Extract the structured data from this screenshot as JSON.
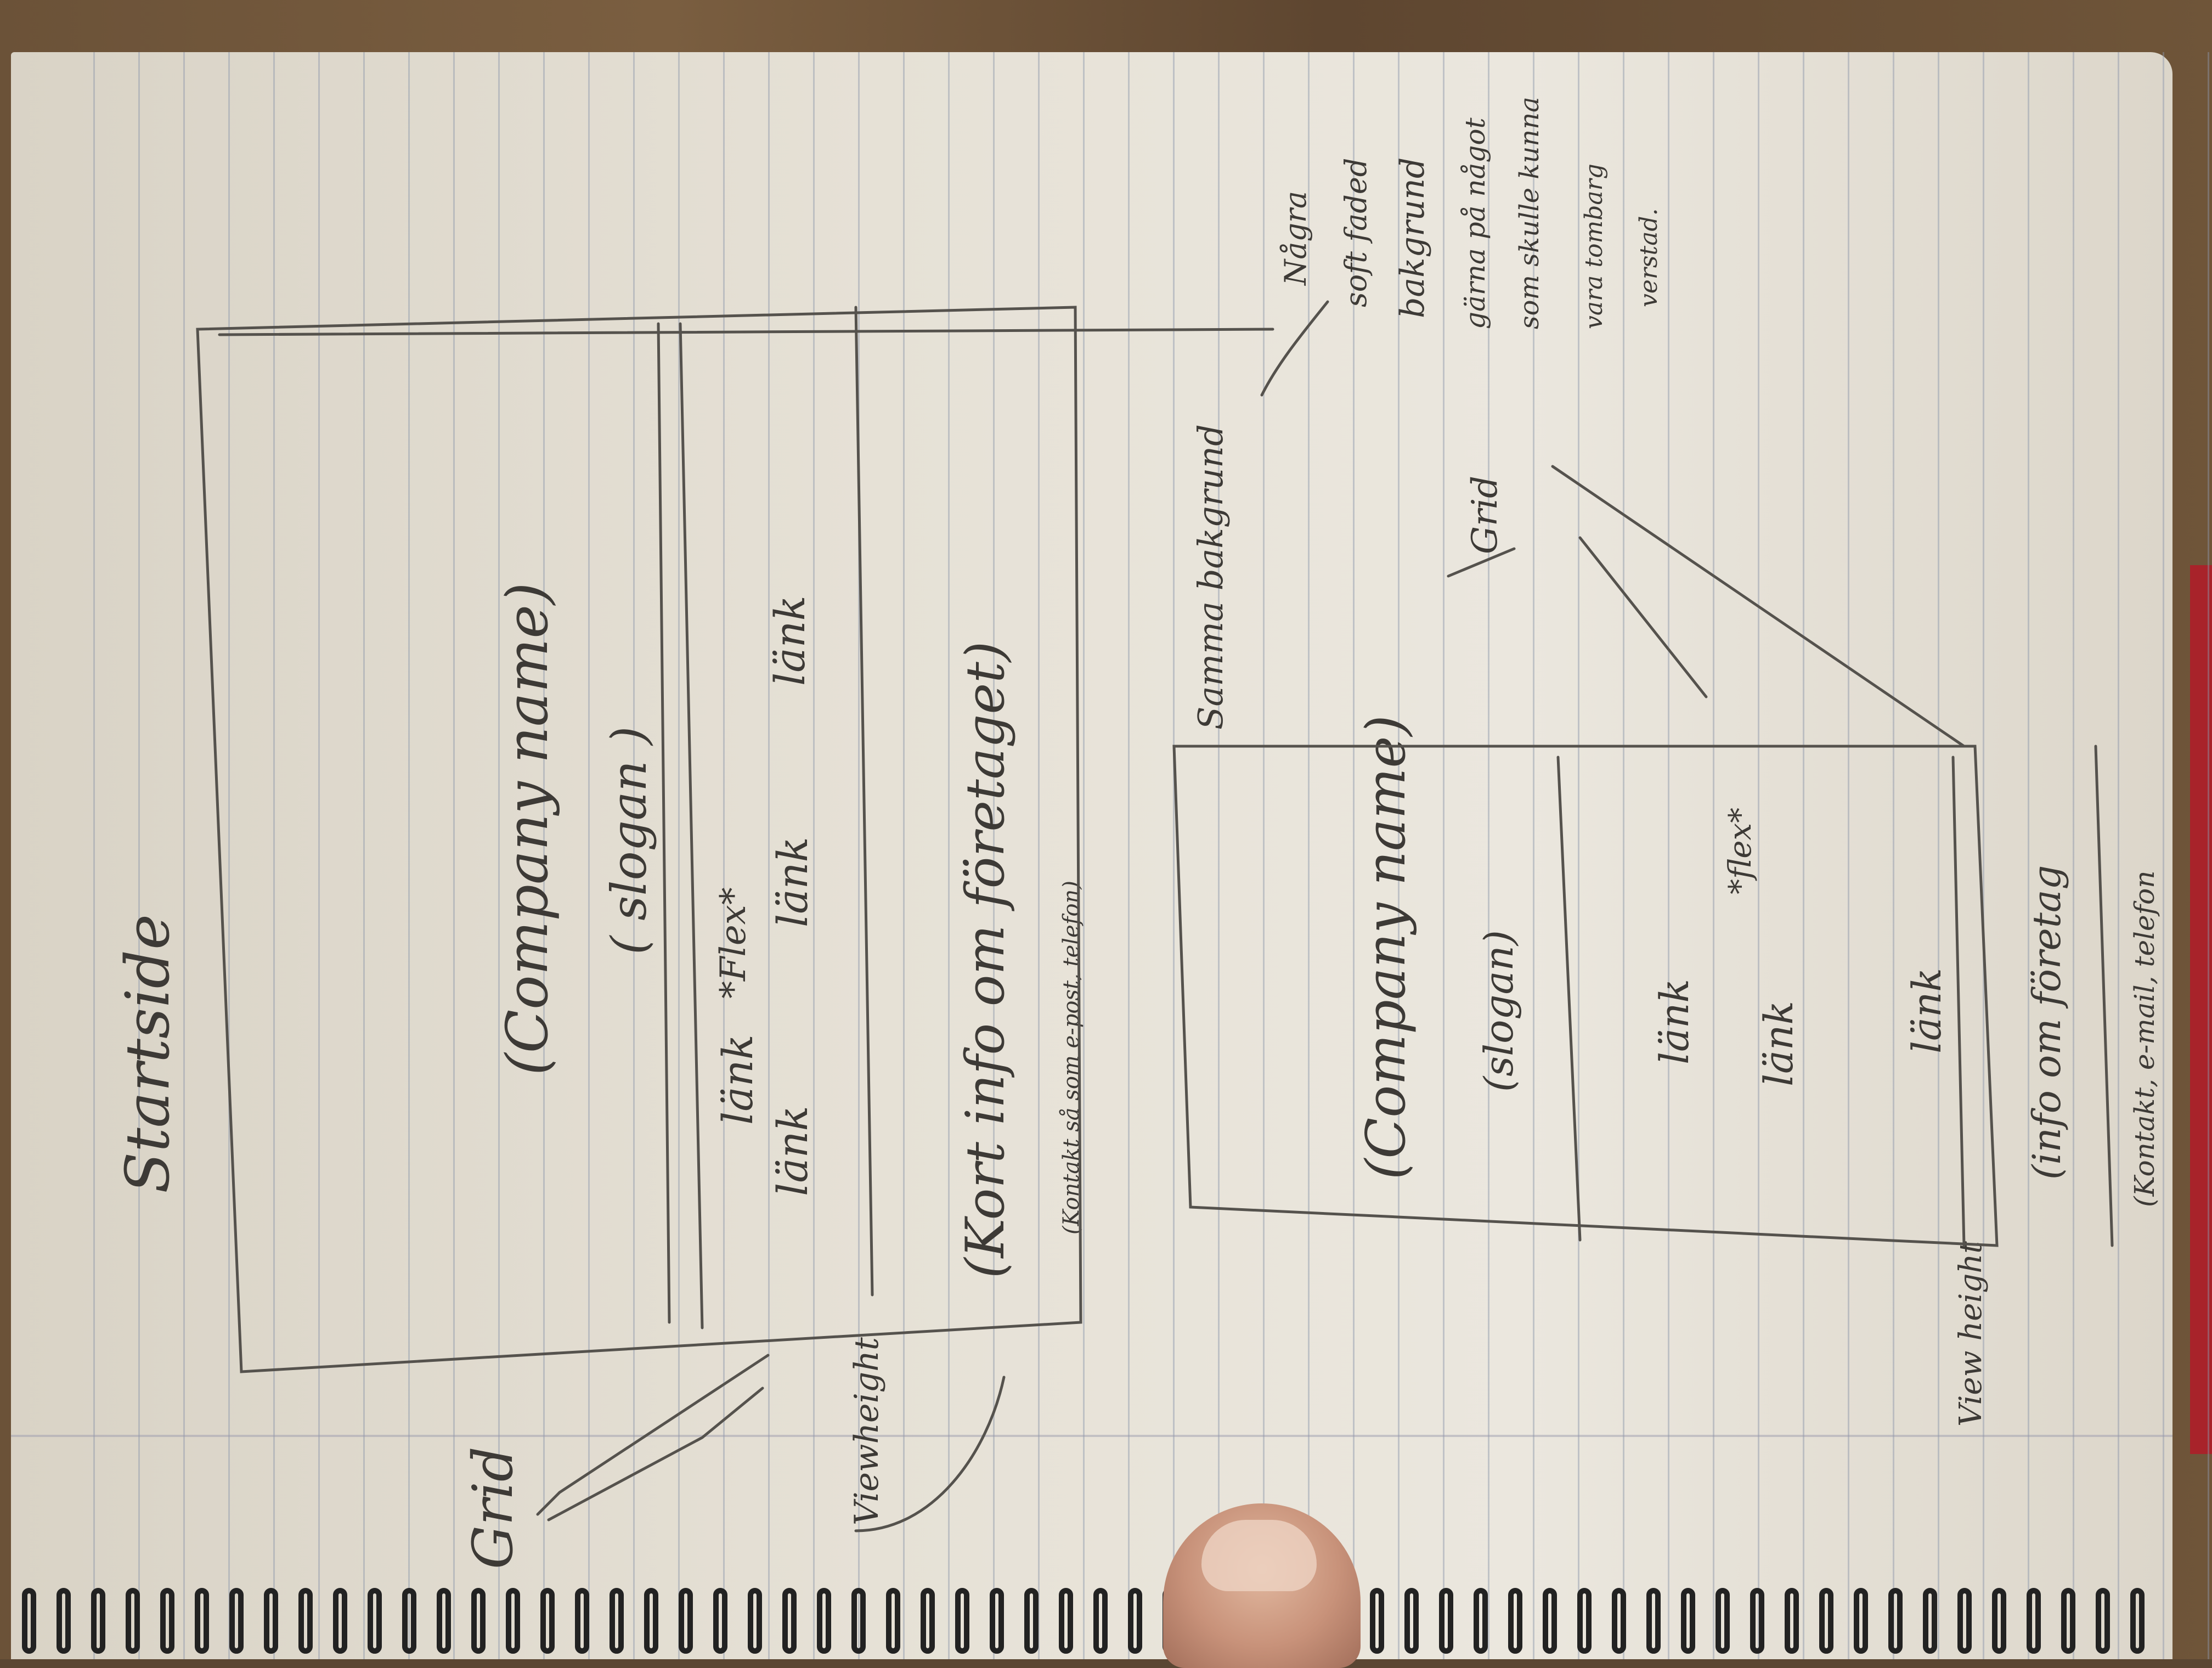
{
  "title": "Startside",
  "left_sketch": {
    "annotation_background": [
      "Några",
      "soft faded",
      "bakgrund",
      "gärna på något",
      "som skulle kunna",
      "vara tombarg",
      "verstad."
    ],
    "company_name": "(Company name)",
    "slogan": "( slogan )",
    "flex_note": "*Flex*",
    "links": [
      "länk",
      "länk",
      "länk",
      "länk"
    ],
    "info": "(Kort info om företaget)",
    "contact": "(Kontakt så som e-post, telefon)",
    "grid_label": "Grid",
    "viewheight_label": "Viewheight"
  },
  "right_sketch": {
    "background_note": "Samma bakgrund",
    "grid_label": "Grid",
    "company_name": "(Company name)",
    "slogan": "(slogan)",
    "flex_note": "*flex*",
    "links": [
      "länk",
      "länk",
      "länk"
    ],
    "info": "(info om företag",
    "contact": "(Kontakt, e-mail, telefon",
    "viewheight_label": "View height"
  },
  "colors": {
    "paper": "#e6e1d6",
    "pencil": "#3d3a36",
    "rule": "#8c96aa"
  }
}
